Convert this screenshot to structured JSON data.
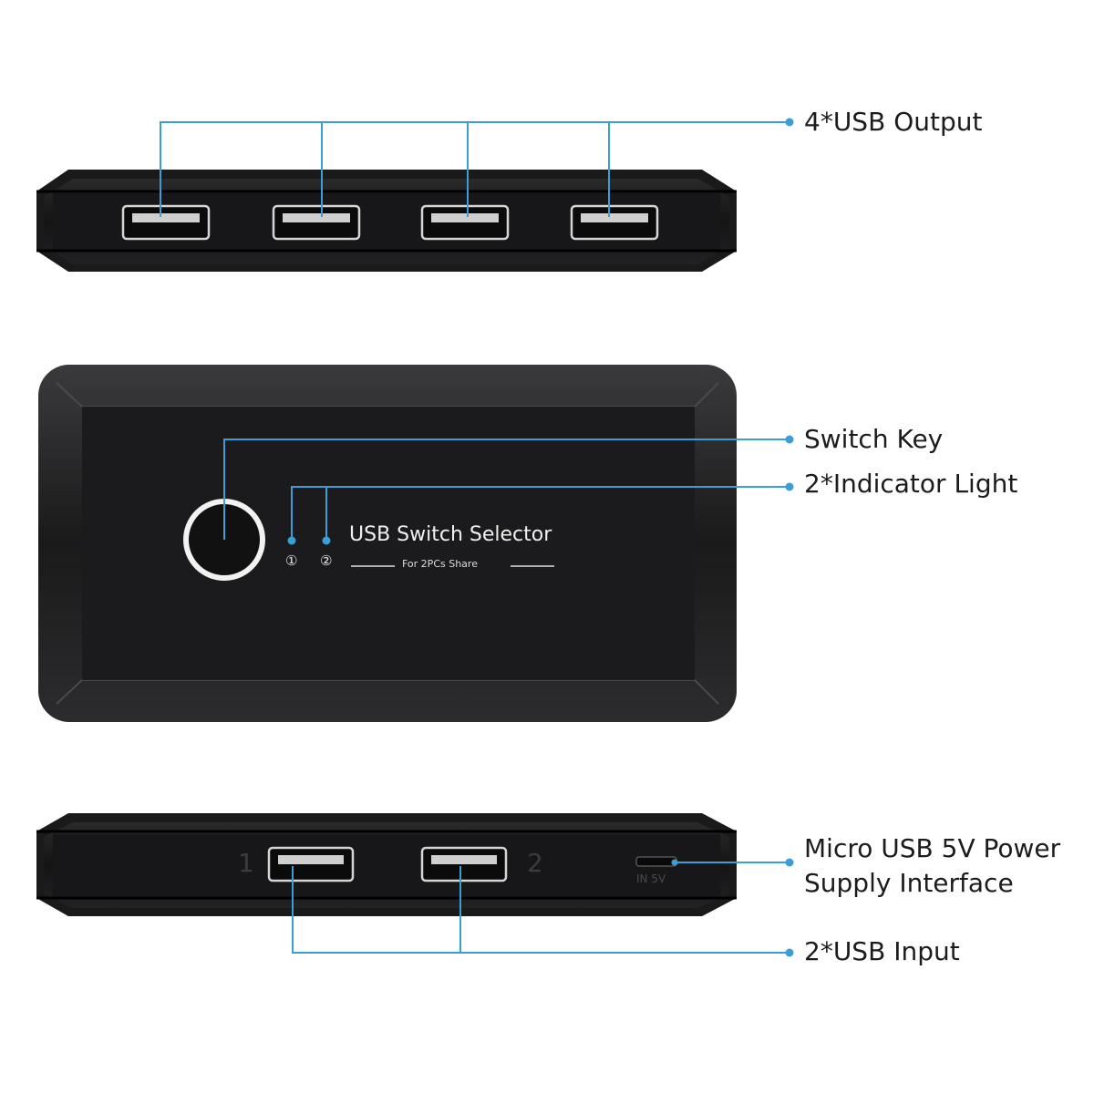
{
  "callouts": {
    "usb_output": "4*USB Output",
    "switch_key": "Switch Key",
    "indicator_light": "2*Indicator Light",
    "power_line1": "Micro USB 5V Power",
    "power_line2": "Supply Interface",
    "usb_input": "2*USB Input"
  },
  "device": {
    "title": "USB Switch Selector",
    "subtitle": "For 2PCs Share",
    "indicator1": "①",
    "indicator2": "②",
    "port1": "1",
    "port2": "2",
    "power_marking": "IN 5V"
  },
  "colors": {
    "leader_line": "#3a9fd6",
    "device_body": "#1b1b1d",
    "device_bezel": "#2a2a2c",
    "port_outline": "#d9d9d9"
  }
}
